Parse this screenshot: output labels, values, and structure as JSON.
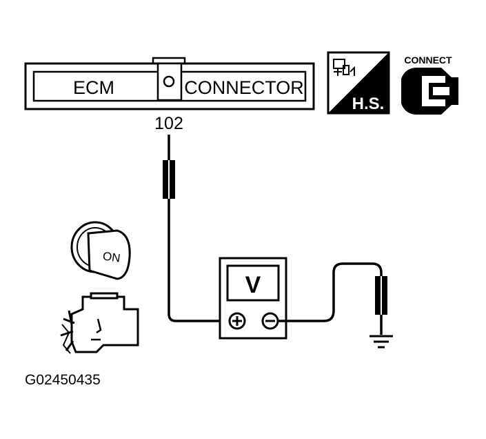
{
  "connector": {
    "left_label": "ECM",
    "right_label": "CONNECTOR",
    "pin_number": "102"
  },
  "harness_badge": {
    "label": "H.S.",
    "icon": "harness-connector-icon"
  },
  "connect_badge": {
    "label": "CONNECT",
    "icon": "connect-plug-icon"
  },
  "meter": {
    "label": "V",
    "positive_icon": "plus-terminal-icon",
    "negative_icon": "minus-terminal-icon"
  },
  "ignition": {
    "label": "ON",
    "icon": "ignition-key-icon"
  },
  "engine": {
    "icon": "engine-off-icon"
  },
  "ground": {
    "icon": "ground-symbol-icon"
  },
  "figure_code": "G02450435"
}
